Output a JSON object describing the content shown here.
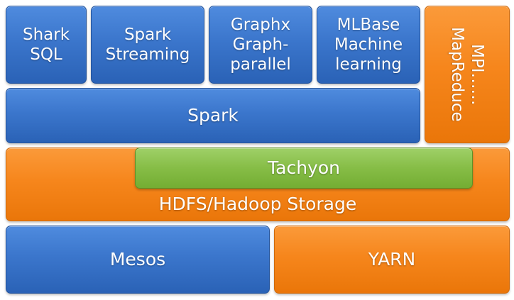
{
  "diagram": {
    "top_row": {
      "shark_sql": "Shark\nSQL",
      "spark_streaming": "Spark\nStreaming",
      "graphx": "Graphx\nGraph-\nparallel",
      "mlbase": "MLBase\nMachine\nlearning"
    },
    "side": {
      "mpi_mapreduce": "MPI……\nMapReduce"
    },
    "spark": "Spark",
    "tachyon": "Tachyon",
    "hdfs": "HDFS/Hadoop Storage",
    "bottom_row": {
      "mesos": "Mesos",
      "yarn": "YARN"
    }
  },
  "colors": {
    "blue": "#3b76cc",
    "orange": "#f6861c",
    "green": "#86bd46",
    "text": "#ffffff"
  }
}
